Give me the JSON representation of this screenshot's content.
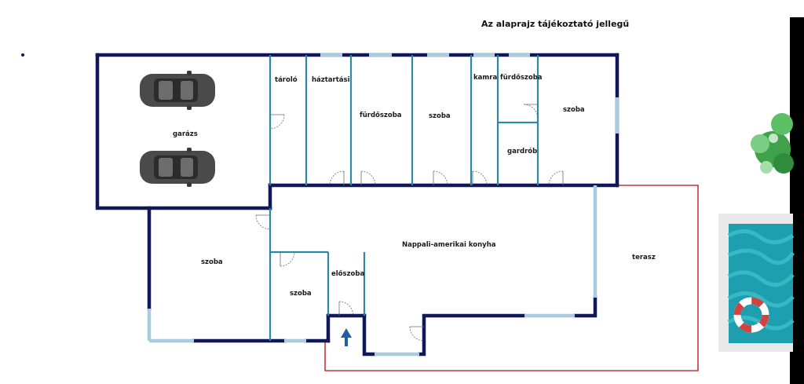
{
  "header": {
    "note": "Az alaprajz tájékoztató jellegű"
  },
  "rooms": {
    "garage": "garázs",
    "storage": "tároló",
    "utility": "háztartási",
    "bathroom_1": "fürdőszoba",
    "room_1": "szoba",
    "pantry": "kamra",
    "bathroom_2": "fürdőszoba",
    "room_2": "szoba",
    "wardrobe": "gardrób",
    "living_kitchen": "Nappali-amerikai konyha",
    "terrace": "terasz",
    "room_3": "szoba",
    "room_4": "szoba",
    "hall": "előszoba"
  },
  "icons": {
    "car": "car-icon",
    "entrance": "entrance-arrow-icon",
    "tree": "tree-icon",
    "pool": "pool-icon",
    "lifebuoy": "lifebuoy-icon"
  },
  "colors": {
    "exterior_wall": "#101857",
    "interior_wall": "#2a8aa2",
    "window": "#a9cbdd",
    "terrace_outline": "#c0393b",
    "pool_water": "#1d9fb0",
    "entrance_arrow": "#1f5fa8"
  }
}
